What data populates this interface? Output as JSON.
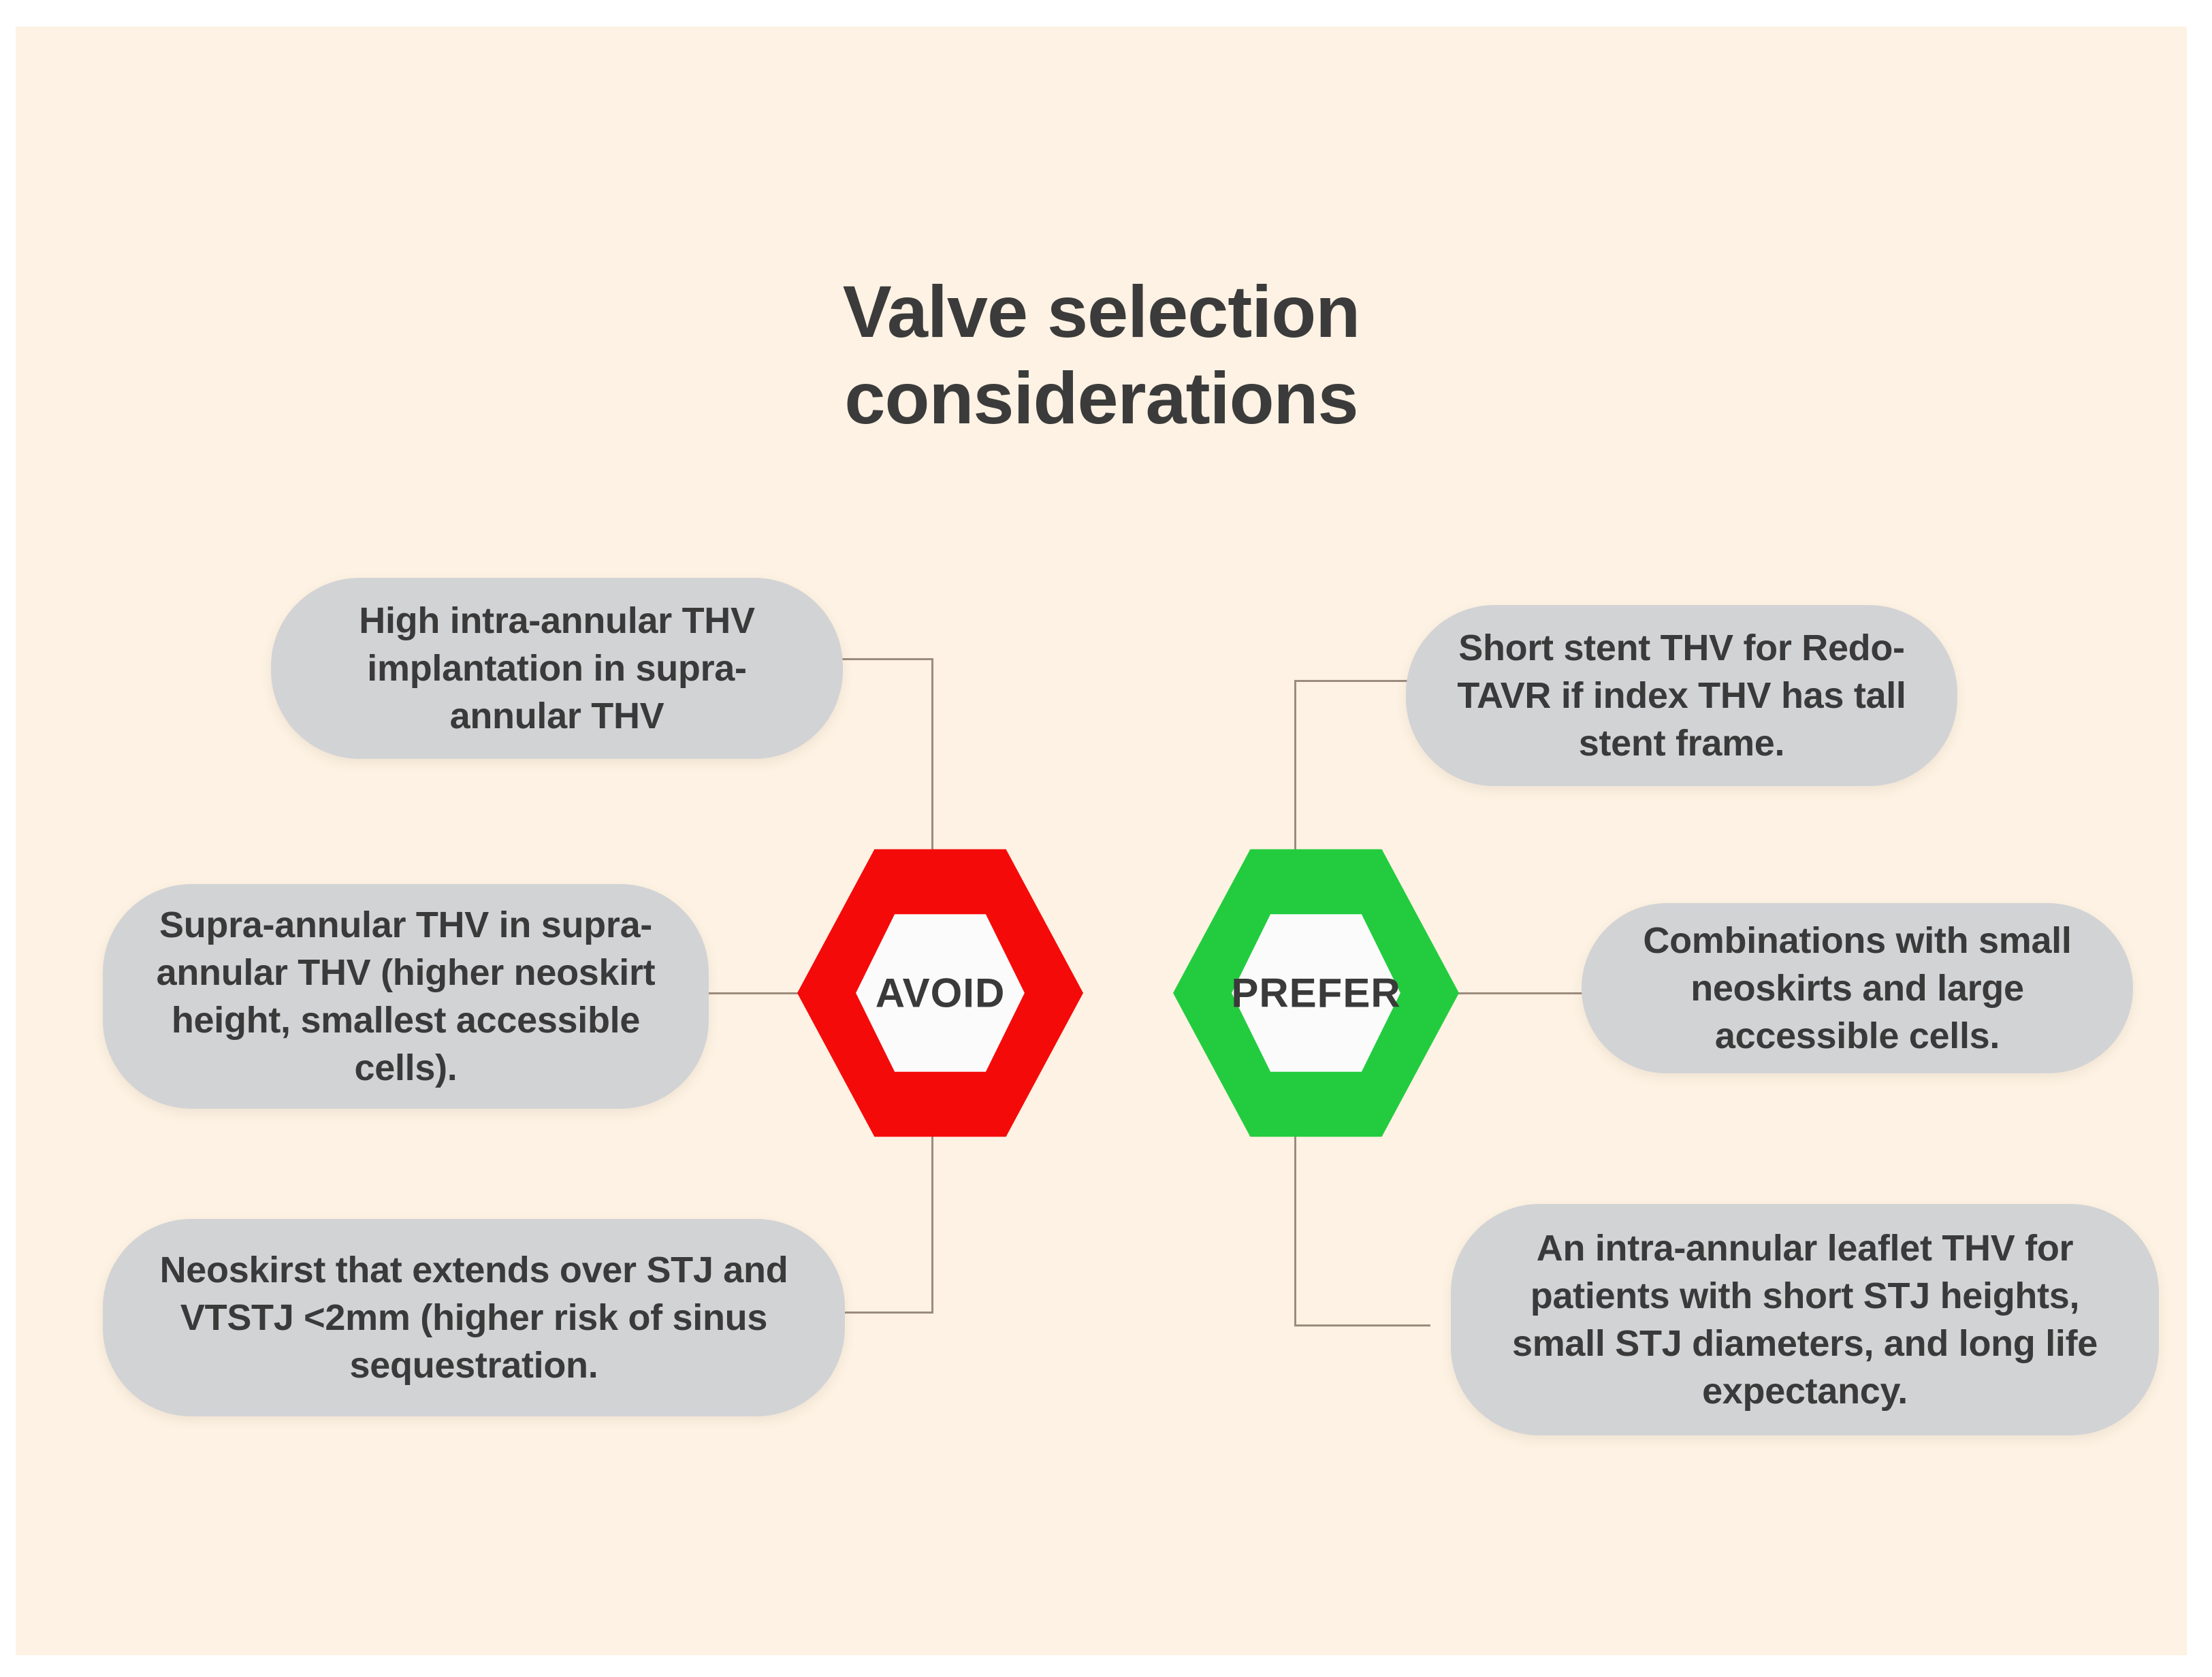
{
  "title": "Valve selection\nconsiderations",
  "colors": {
    "background": "#FDF2E3",
    "pill": "#D2D3D5",
    "avoid_accent": "#F50A0A",
    "prefer_accent": "#23CC3F",
    "connector": "#9C8C7E",
    "text": "#3A3A3A"
  },
  "avoid": {
    "badge_label": "AVOID",
    "items": [
      {
        "text": "High intra-annular THV implantation in supra-annular THV"
      },
      {
        "text": "Supra-annular THV in supra-annular THV (higher neoskirt height, smallest accessible cells)."
      },
      {
        "text": "Neoskirst that extends over STJ and VTSTJ <2mm (higher risk of sinus sequestration."
      }
    ]
  },
  "prefer": {
    "badge_label": "PREFER",
    "items": [
      {
        "text": "Short stent THV for Redo-TAVR if index THV has tall stent frame."
      },
      {
        "text": "Combinations with small neoskirts and large accessible cells."
      },
      {
        "text": "An intra-annular leaflet THV for patients with short STJ heights, small STJ diameters, and long life expectancy."
      }
    ]
  }
}
